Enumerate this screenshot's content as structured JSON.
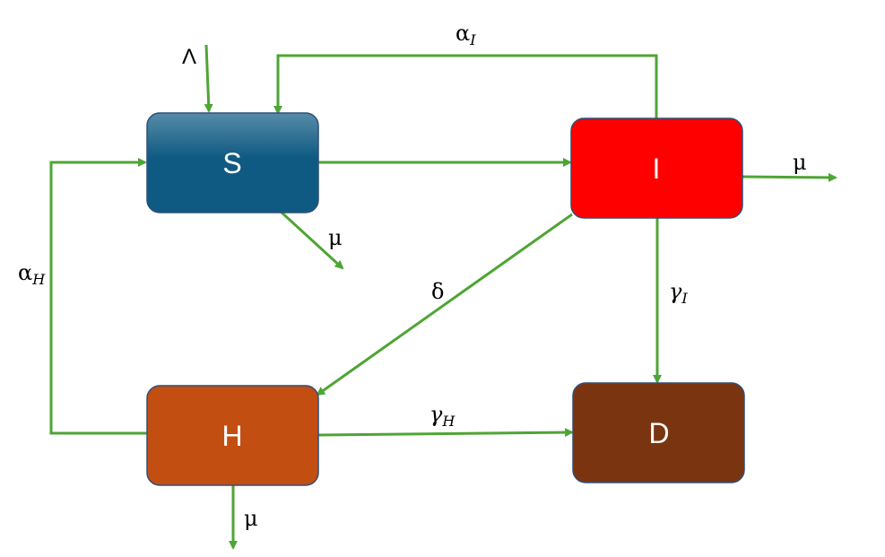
{
  "nodes": {
    "s": {
      "label": "S",
      "color": "#0f5a82"
    },
    "i": {
      "label": "I",
      "color": "#ff0000"
    },
    "h": {
      "label": "H",
      "color": "#c24e12"
    },
    "d": {
      "label": "D",
      "color": "#7a3510"
    }
  },
  "labels": {
    "lambda": "Λ",
    "alpha_i": {
      "symbol": "α",
      "sub": "I"
    },
    "alpha_h": {
      "symbol": "α",
      "sub": "H"
    },
    "delta": "δ",
    "gamma_i": {
      "symbol": "γ",
      "sub": "I"
    },
    "gamma_h": {
      "symbol": "γ",
      "sub": "H"
    },
    "mu_s": "μ",
    "mu_i": "μ",
    "mu_h": "μ"
  },
  "colors": {
    "arrow": "#4ea534",
    "node_border": "#2f4f7a"
  }
}
